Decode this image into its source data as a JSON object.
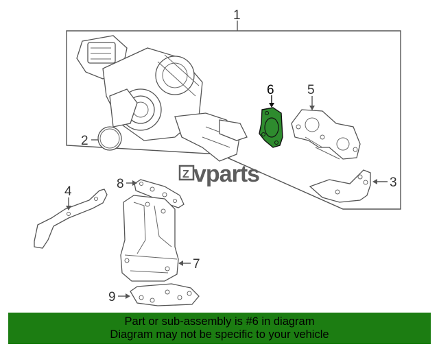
{
  "callouts": {
    "c1": "1",
    "c2": "2",
    "c3": "3",
    "c4": "4",
    "c5": "5",
    "c6": "6",
    "c7": "7",
    "c8": "8",
    "c9": "9"
  },
  "highlight_part": "6",
  "highlight_color": "#2e8b2e",
  "watermark": {
    "brand": "vparts",
    "logo_letter": "Z"
  },
  "banner": {
    "line1": "Part or sub-assembly is #6 in diagram",
    "line2": "Diagram may not be specific to your vehicle",
    "background": "#1c7d12"
  }
}
